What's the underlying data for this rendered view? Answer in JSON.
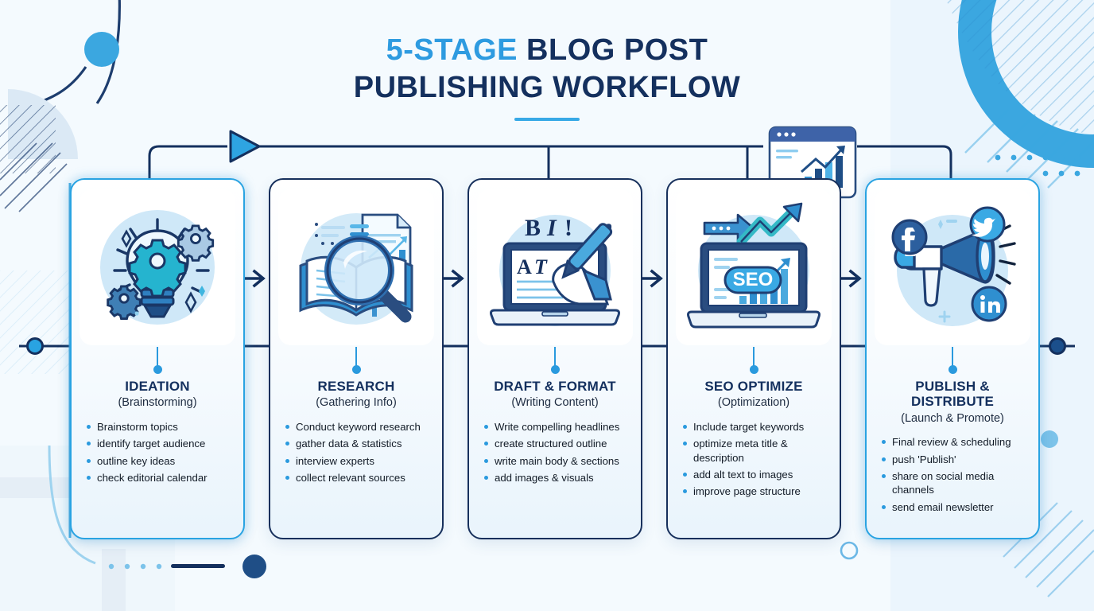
{
  "title": {
    "highlight": "5-STAGE",
    "line1_rest": " BLOG POST",
    "line2": "PUBLISHING WORKFLOW"
  },
  "colors": {
    "navy": "#14305e",
    "accent_blue": "#29a3e2",
    "light_blue": "#8ecdf0",
    "bg_tint": "#e6f2fb",
    "bullet": "#2a9ade"
  },
  "stages": [
    {
      "index": 1,
      "title": "IDEATION",
      "subtitle": "(Brainstorming)",
      "icon": "lightbulb-gears-icon",
      "accent": true,
      "items": [
        "Brainstorm topics",
        "identify target audience",
        "outline key ideas",
        "check editorial calendar"
      ]
    },
    {
      "index": 2,
      "title": "RESEARCH",
      "subtitle": "(Gathering Info)",
      "icon": "magnifier-book-icon",
      "accent": false,
      "items": [
        "Conduct keyword research",
        "gather data & statistics",
        "interview experts",
        "collect relevant sources"
      ]
    },
    {
      "index": 3,
      "title": "DRAFT & FORMAT",
      "subtitle": "(Writing Content)",
      "icon": "laptop-writing-hand-icon",
      "accent": false,
      "items": [
        "Write compelling headlines",
        "create structured outline",
        "write main body & sections",
        "add images & visuals"
      ]
    },
    {
      "index": 4,
      "title": "SEO OPTIMIZE",
      "subtitle": "(Optimization)",
      "icon": "seo-laptop-growth-icon",
      "accent": false,
      "items": [
        "Include target keywords",
        "optimize meta title & description",
        "add alt text to images",
        "improve page structure"
      ]
    },
    {
      "index": 5,
      "title": "PUBLISH & DISTRIBUTE",
      "subtitle": "(Launch & Promote)",
      "icon": "megaphone-social-icon",
      "accent": true,
      "items": [
        "Final review & scheduling",
        "push 'Publish'",
        "share on social media channels",
        "send email newsletter"
      ]
    }
  ],
  "icon_labels": {
    "draft_toolbar": [
      "B",
      "I",
      "!"
    ],
    "draft_screen": [
      "A",
      "T"
    ],
    "seo_badge": "SEO",
    "social": [
      "facebook-icon",
      "twitter-icon",
      "linkedin-icon"
    ]
  },
  "decorations": {
    "play_marker": "play-triangle-marker",
    "browser_chart": "browser-chart-decoration",
    "left_node": "rail-node-left",
    "right_node": "rail-node-right",
    "corner_ring": "top-right-ring",
    "hatch_top_right": "diagonal-hatch-top-right",
    "hatch_top_left": "diagonal-hatch-top-left",
    "dot_grid": "dot-grid-top-right",
    "dotted_line_bottom": "dotted-line-bottom-left",
    "dash_bottom": "dash-bottom-left",
    "circle_bottom": "navy-circle-bottom"
  }
}
